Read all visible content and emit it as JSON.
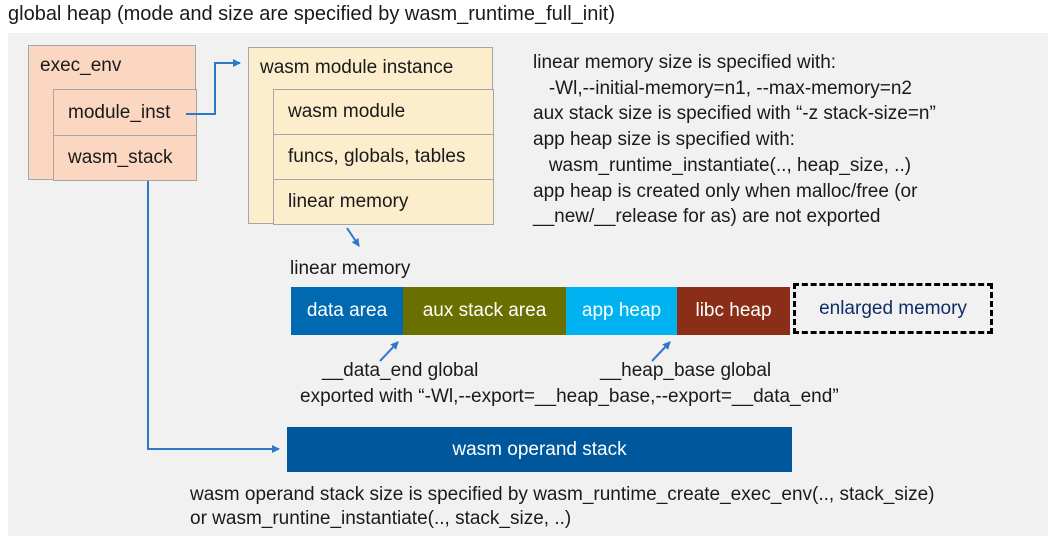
{
  "title": "global heap (mode and size are specified by wasm_runtime_full_init)",
  "exec_env": {
    "title": "exec_env",
    "fields": {
      "module_inst": "module_inst",
      "wasm_stack": "wasm_stack"
    }
  },
  "module_instance": {
    "title": "wasm module instance",
    "rows": [
      "wasm module",
      "funcs, globals, tables",
      "linear memory"
    ]
  },
  "notes_right": [
    "linear memory size is specified with:",
    "   -Wl,--initial-memory=n1, --max-memory=n2",
    "aux stack size is specified with “-z stack-size=n”",
    "app heap size is specified with:",
    "   wasm_runtime_instantiate(.., heap_size, ..)",
    "app heap is created only when malloc/free (or",
    "__new/__release for as) are not exported"
  ],
  "linear_memory": {
    "label": "linear memory",
    "segments": [
      {
        "label": "data area",
        "bg": "#0069b1"
      },
      {
        "label": "aux stack area",
        "bg": "#6a7000"
      },
      {
        "label": "app heap",
        "bg": "#00b3f0"
      },
      {
        "label": "libc heap",
        "bg": "#8a2e17"
      }
    ],
    "enlarged_label": "enlarged memory"
  },
  "annotations": {
    "data_end": "__data_end global",
    "heap_base": "__heap_base global",
    "exported": "exported with “-Wl,--export=__heap_base,--export=__data_end”"
  },
  "operand_stack": {
    "label": "wasm operand stack",
    "bg": "#00579b",
    "note_lines": [
      "wasm operand stack size is specified by wasm_runtime_create_exec_env(.., stack_size)",
      "or wasm_runtine_instantiate(.., stack_size, ..)"
    ]
  },
  "colors": {
    "panel_bg": "#f1f1f1",
    "exec_env_bg": "#fbd7c2",
    "module_instance_bg": "#fcedcd",
    "border_gray": "#a6a6a6",
    "connector_blue": "#2e79c7",
    "enlarged_text": "#0e2f66"
  }
}
